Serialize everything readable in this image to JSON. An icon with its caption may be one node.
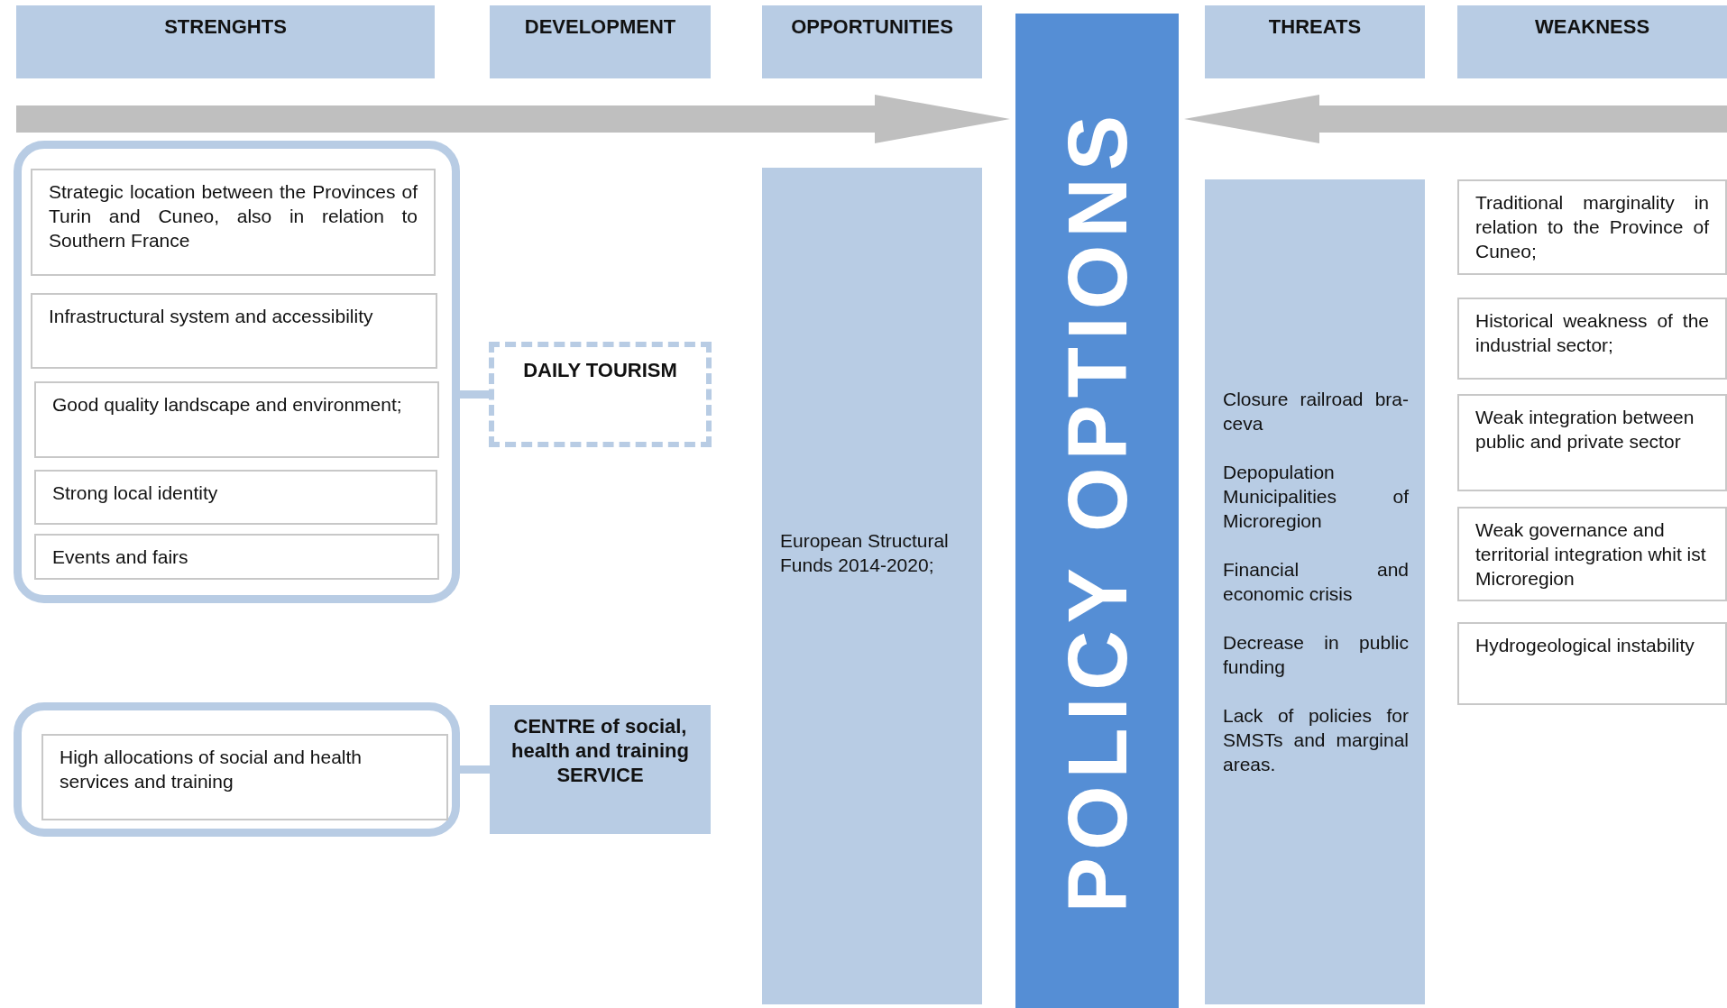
{
  "diagram": {
    "nodes": [
      {
        "text": [
          "STRENGHTS"
        ]
      },
      {
        "text": [
          "DEVELOPMENT"
        ]
      },
      {
        "text": [
          "OPPORTUNITIES"
        ]
      },
      {
        "text": [
          "POLICY OPTIONS"
        ]
      },
      {
        "text": [
          "THREATS"
        ]
      },
      {
        "text": [
          "WEAKNESS"
        ]
      },
      {
        "text": [],
        "shape": "box"
      },
      {
        "text": [
          "Strategic location between the Provinces of Turin and Cuneo, also in relation to Southern France"
        ],
        "in": 6
      },
      {
        "text": [
          "Infrastructural system and accessibility"
        ],
        "in": 6
      },
      {
        "text": [
          "Good quality landscape and environment;"
        ],
        "in": 6
      },
      {
        "text": [
          "Strong local identity"
        ],
        "in": 6
      },
      {
        "text": [
          "Events and fairs"
        ],
        "in": 6
      },
      {
        "text": [
          "DAILY TOURISM"
        ]
      },
      {
        "text": [],
        "shape": "box"
      },
      {
        "text": [
          "High allocations of social and health services and training"
        ],
        "in": 13
      },
      {
        "text": [
          "CENTRE of social, health and training SERVICE"
        ]
      },
      {
        "text": [
          "European Structural Funds 2014-2020;"
        ]
      },
      {
        "text": [
          "Closure railroad bra-ceva",
          "Depopulation Municipalities of Microregion",
          "Financial and economic crisis",
          "Decrease in public funding",
          "Lack of policies for SMSTs and marginal areas."
        ]
      },
      {
        "text": [
          "Traditional marginality in relation to the Province of Cuneo;"
        ]
      },
      {
        "text": [
          "Historical weakness of the industrial sector;"
        ]
      },
      {
        "text": [
          "Weak integration between public and private sector"
        ]
      },
      {
        "text": [
          "Weak governance and territorial integration whit ist Microregion"
        ]
      },
      {
        "text": [
          "Hydrogeological instability"
        ]
      }
    ],
    "edges": [
      {
        "from": null,
        "to": 3,
        "arrow": "to",
        "style": "thick"
      },
      {
        "from": null,
        "to": 3,
        "arrow": "to",
        "style": "thick"
      },
      {
        "from": 6,
        "to": 12,
        "arrow": "none"
      },
      {
        "from": 13,
        "to": 15,
        "arrow": "none"
      }
    ]
  }
}
